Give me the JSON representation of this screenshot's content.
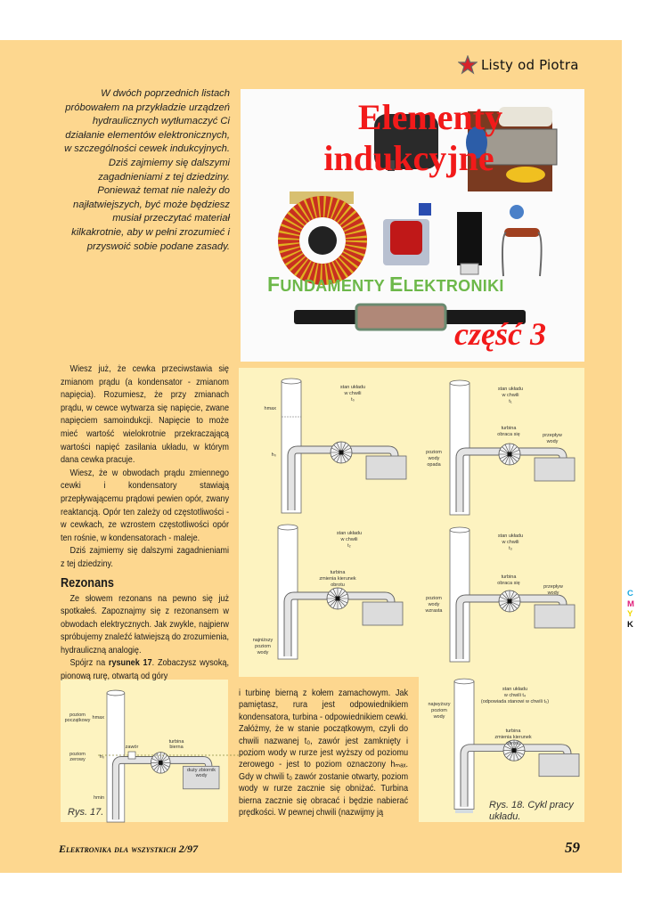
{
  "header": {
    "series_label": "Listy od Piotra",
    "star_color": "#d8232a"
  },
  "intro": "W dwóch poprzednich listach próbowałem na przykładzie urządzeń hydraulicznych wytłumaczyć Ci działanie elementów elektronicznych, w szczególności cewek indukcyjnych. Dziś zajmiemy się dalszymi zagadnieniami z tej dziedziny. Ponieważ temat nie należy do najłatwiejszych, być może będziesz musiał przeczytać materiał kilkakrotnie, aby w pełni zrozumieć i przyswoić sobie podane zasady.",
  "photo": {
    "title_line1": "Elementy",
    "title_line2": "indukcyjne",
    "section_F": "F",
    "section_rest1": "UNDAMENTY ",
    "section_E": "E",
    "section_rest2": "LEKTRONIKI",
    "part": "część 3",
    "title_color": "#f21a1a",
    "section_color": "#6db84a"
  },
  "body_left": {
    "p1": "Wiesz już, że cewka przeciwstawia się zmianom prądu (a kondensator - zmianom napięcia). Rozumiesz, że przy zmianach prądu, w cewce wytwarza się napięcie, zwane napięciem samoindukcji. Napięcie to może mieć wartość wielokrotnie przekraczającą wartości napięć zasilania układu, w którym dana cewka pracuje.",
    "p2": "Wiesz, że w obwodach prądu zmiennego cewki i kondensatory stawiają przepływającemu prądowi pewien opór, zwany reaktancją. Opór ten zależy od częstotliwości - w cewkach, ze wzrostem częstotliwości opór ten rośnie, w kondensatorach - maleje.",
    "p3": "Dziś zajmiemy się dalszymi zagadnieniami z tej dziedziny.",
    "heading": "Rezonans",
    "p4": "Ze słowem rezonans na pewno się już spotkałeś. Zapoznajmy się z rezonansem w obwodach elektrycznych. Jak zwykle, najpierw spróbujemy znaleźć łatwiejszą do zrozumienia, hydrauliczną analogię.",
    "p5_a": "Spójrz na ",
    "p5_bold": "rysunek 17",
    "p5_b": ". Zobaczysz wysoką, pionową rurę, otwartą od góry"
  },
  "body_mid": "i turbinę bierną z kołem zamachowym. Jak pamiętasz, rura jest odpowiednikiem kondensatora, turbina - odpowiednikiem cewki. Załóżmy, że w stanie początkowym, czyli do chwili nazwanej t₀, zawór jest zamknięty i poziom wody w rurze jest wyższy od poziomu zerowego - jest to poziom oznaczony hₘₐₓ. Gdy w chwili t₀ zawór zostanie otwarty, poziom wody w rurze zacznie się obniżać. Turbina bierna zacznie się obracać i będzie nabierać prędkości. W pewnej chwili (nazwijmy ją",
  "fig18": {
    "d1": {
      "state1": "stan układu",
      "state2": "w chwili",
      "state3": "t₀",
      "hmax": "hmax",
      "h0": "h₀"
    },
    "d2": {
      "state1": "stan układu",
      "state2": "w chwili",
      "state3": "t₁",
      "turb1": "turbina",
      "turb2": "obraca się",
      "flow1": "przepływ",
      "flow2": "wody",
      "lvl1": "poziom",
      "lvl2": "wody",
      "lvl3": "opada"
    },
    "d3": {
      "state1": "stan układu",
      "state2": "w chwili",
      "state3": "t₂",
      "turb1": "turbina",
      "turb2": "zmienia kierunek",
      "turb3": "obrotu",
      "low1": "najniższy",
      "low2": "poziom",
      "low3": "wody"
    },
    "d4": {
      "state1": "stan układu",
      "state2": "w chwili",
      "state3": "t₃",
      "turb1": "turbina",
      "turb2": "obraca się",
      "flow1": "przepływ",
      "flow2": "wody",
      "lvl1": "poziom",
      "lvl2": "wody",
      "lvl3": "wzrasta"
    },
    "d5": {
      "state1": "stan układu",
      "state2": "w chwili t₄",
      "state3": "(odpowiada stanowi w chwili t₀)",
      "turb1": "turbina",
      "turb2": "zmienia kierunek",
      "turb3": "obrotu",
      "high1": "najwyższy",
      "high2": "poziom",
      "high3": "wody"
    },
    "caption1": "Rys. 18. Cykl pracy",
    "caption2": "układu."
  },
  "fig17": {
    "start1": "poziom",
    "start2": "początkowy",
    "hmax": "hmax",
    "zero1": "poziom",
    "zero2": "zerowy",
    "h0": "h₀",
    "hmin": "hmin",
    "valve": "zawór",
    "turb1": "turbina",
    "turb2": "bierna",
    "tank1": "duży zbiornik",
    "tank2": "wody",
    "caption": "Rys. 17."
  },
  "footer": {
    "magazine": "Elektronika dla wszystkich 2/97",
    "page": "59"
  },
  "print_marks": {
    "c": "C",
    "m": "M",
    "y": "Y",
    "k": "K"
  }
}
